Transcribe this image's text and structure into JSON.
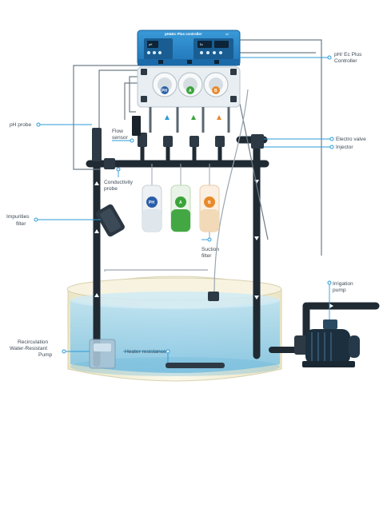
{
  "controller": {
    "title": "pH&Ec Plus controller",
    "brand": "mi",
    "left_display": "pH",
    "right_display": "Ec",
    "color": "#2a86c7"
  },
  "pumps": [
    {
      "badge": "PH",
      "color": "#2a5fa8"
    },
    {
      "badge": "A",
      "color": "#3aa43a"
    },
    {
      "badge": "B",
      "color": "#e88a2a"
    }
  ],
  "bottles": [
    {
      "badge": "PH",
      "color": "#2a5fa8"
    },
    {
      "badge": "A",
      "color": "#3aa43a"
    },
    {
      "badge": "B",
      "color": "#e88a2a"
    }
  ],
  "labels": {
    "ph_probe": "pH probe",
    "flow_sensor_1": "Flow",
    "flow_sensor_2": "sensor",
    "conductivity_1": "Conductivity",
    "conductivity_2": "probe",
    "impurities_1": "Impurities",
    "impurities_2": "filter",
    "suction_1": "Suction",
    "suction_2": "filter",
    "controller_1": "pH/ Ec Plus",
    "controller_2": "Controller",
    "electro_valve": "Electro valve",
    "injector": "Injector",
    "irrigation_1": "Irrigation",
    "irrigation_2": "pump",
    "recirc_1": "Recirculation",
    "recirc_2": "Water-Resistant",
    "recirc_3": "Pump",
    "heater": "Heater resistance"
  },
  "colors": {
    "leader": "#2b9bd8",
    "pipe": "#1f2a33",
    "water": "#8fcbe6",
    "tank": "#f4f0da"
  }
}
